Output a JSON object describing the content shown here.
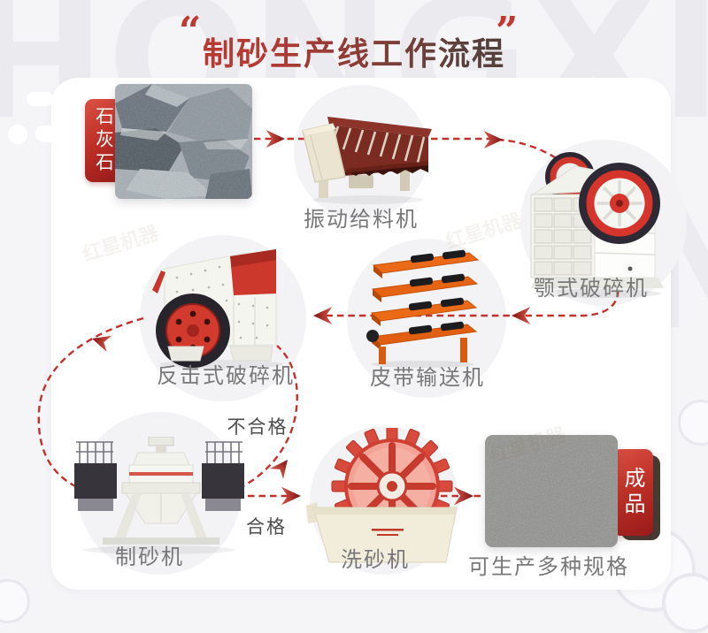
{
  "page": {
    "watermark": "HONGXINGJIQI",
    "quote_open": "“",
    "quote_close": "”",
    "title": "制砂生产线工作流程",
    "brand_stamp": "红星机器"
  },
  "flow": {
    "input_tag": "石灰石",
    "output_tag": "成品",
    "machines": [
      {
        "id": "vibrating-feeder",
        "label": "振动给料机"
      },
      {
        "id": "jaw-crusher",
        "label": "颚式破碎机"
      },
      {
        "id": "belt-conveyor",
        "label": "皮带输送机"
      },
      {
        "id": "impact-crusher",
        "label": "反击式破碎机"
      },
      {
        "id": "sand-maker",
        "label": "制砂机"
      },
      {
        "id": "sand-washer",
        "label": "洗砂机"
      }
    ],
    "branch_labels": {
      "unqualified": "不合格",
      "qualified": "合格"
    },
    "product_caption": "可生产多种规格"
  },
  "colors": {
    "accent_red": "#c4302a",
    "tag_gradient_start": "#da5244",
    "tag_gradient_end": "#971a1a",
    "title_red": "#c23a30",
    "title_dark": "#363636",
    "machine_label": "#787878",
    "branch_label": "#4d4d4d",
    "card_bg": "#ffffff",
    "page_bg": "#f5f5f8",
    "watermark_gray": "#eaeaef"
  }
}
